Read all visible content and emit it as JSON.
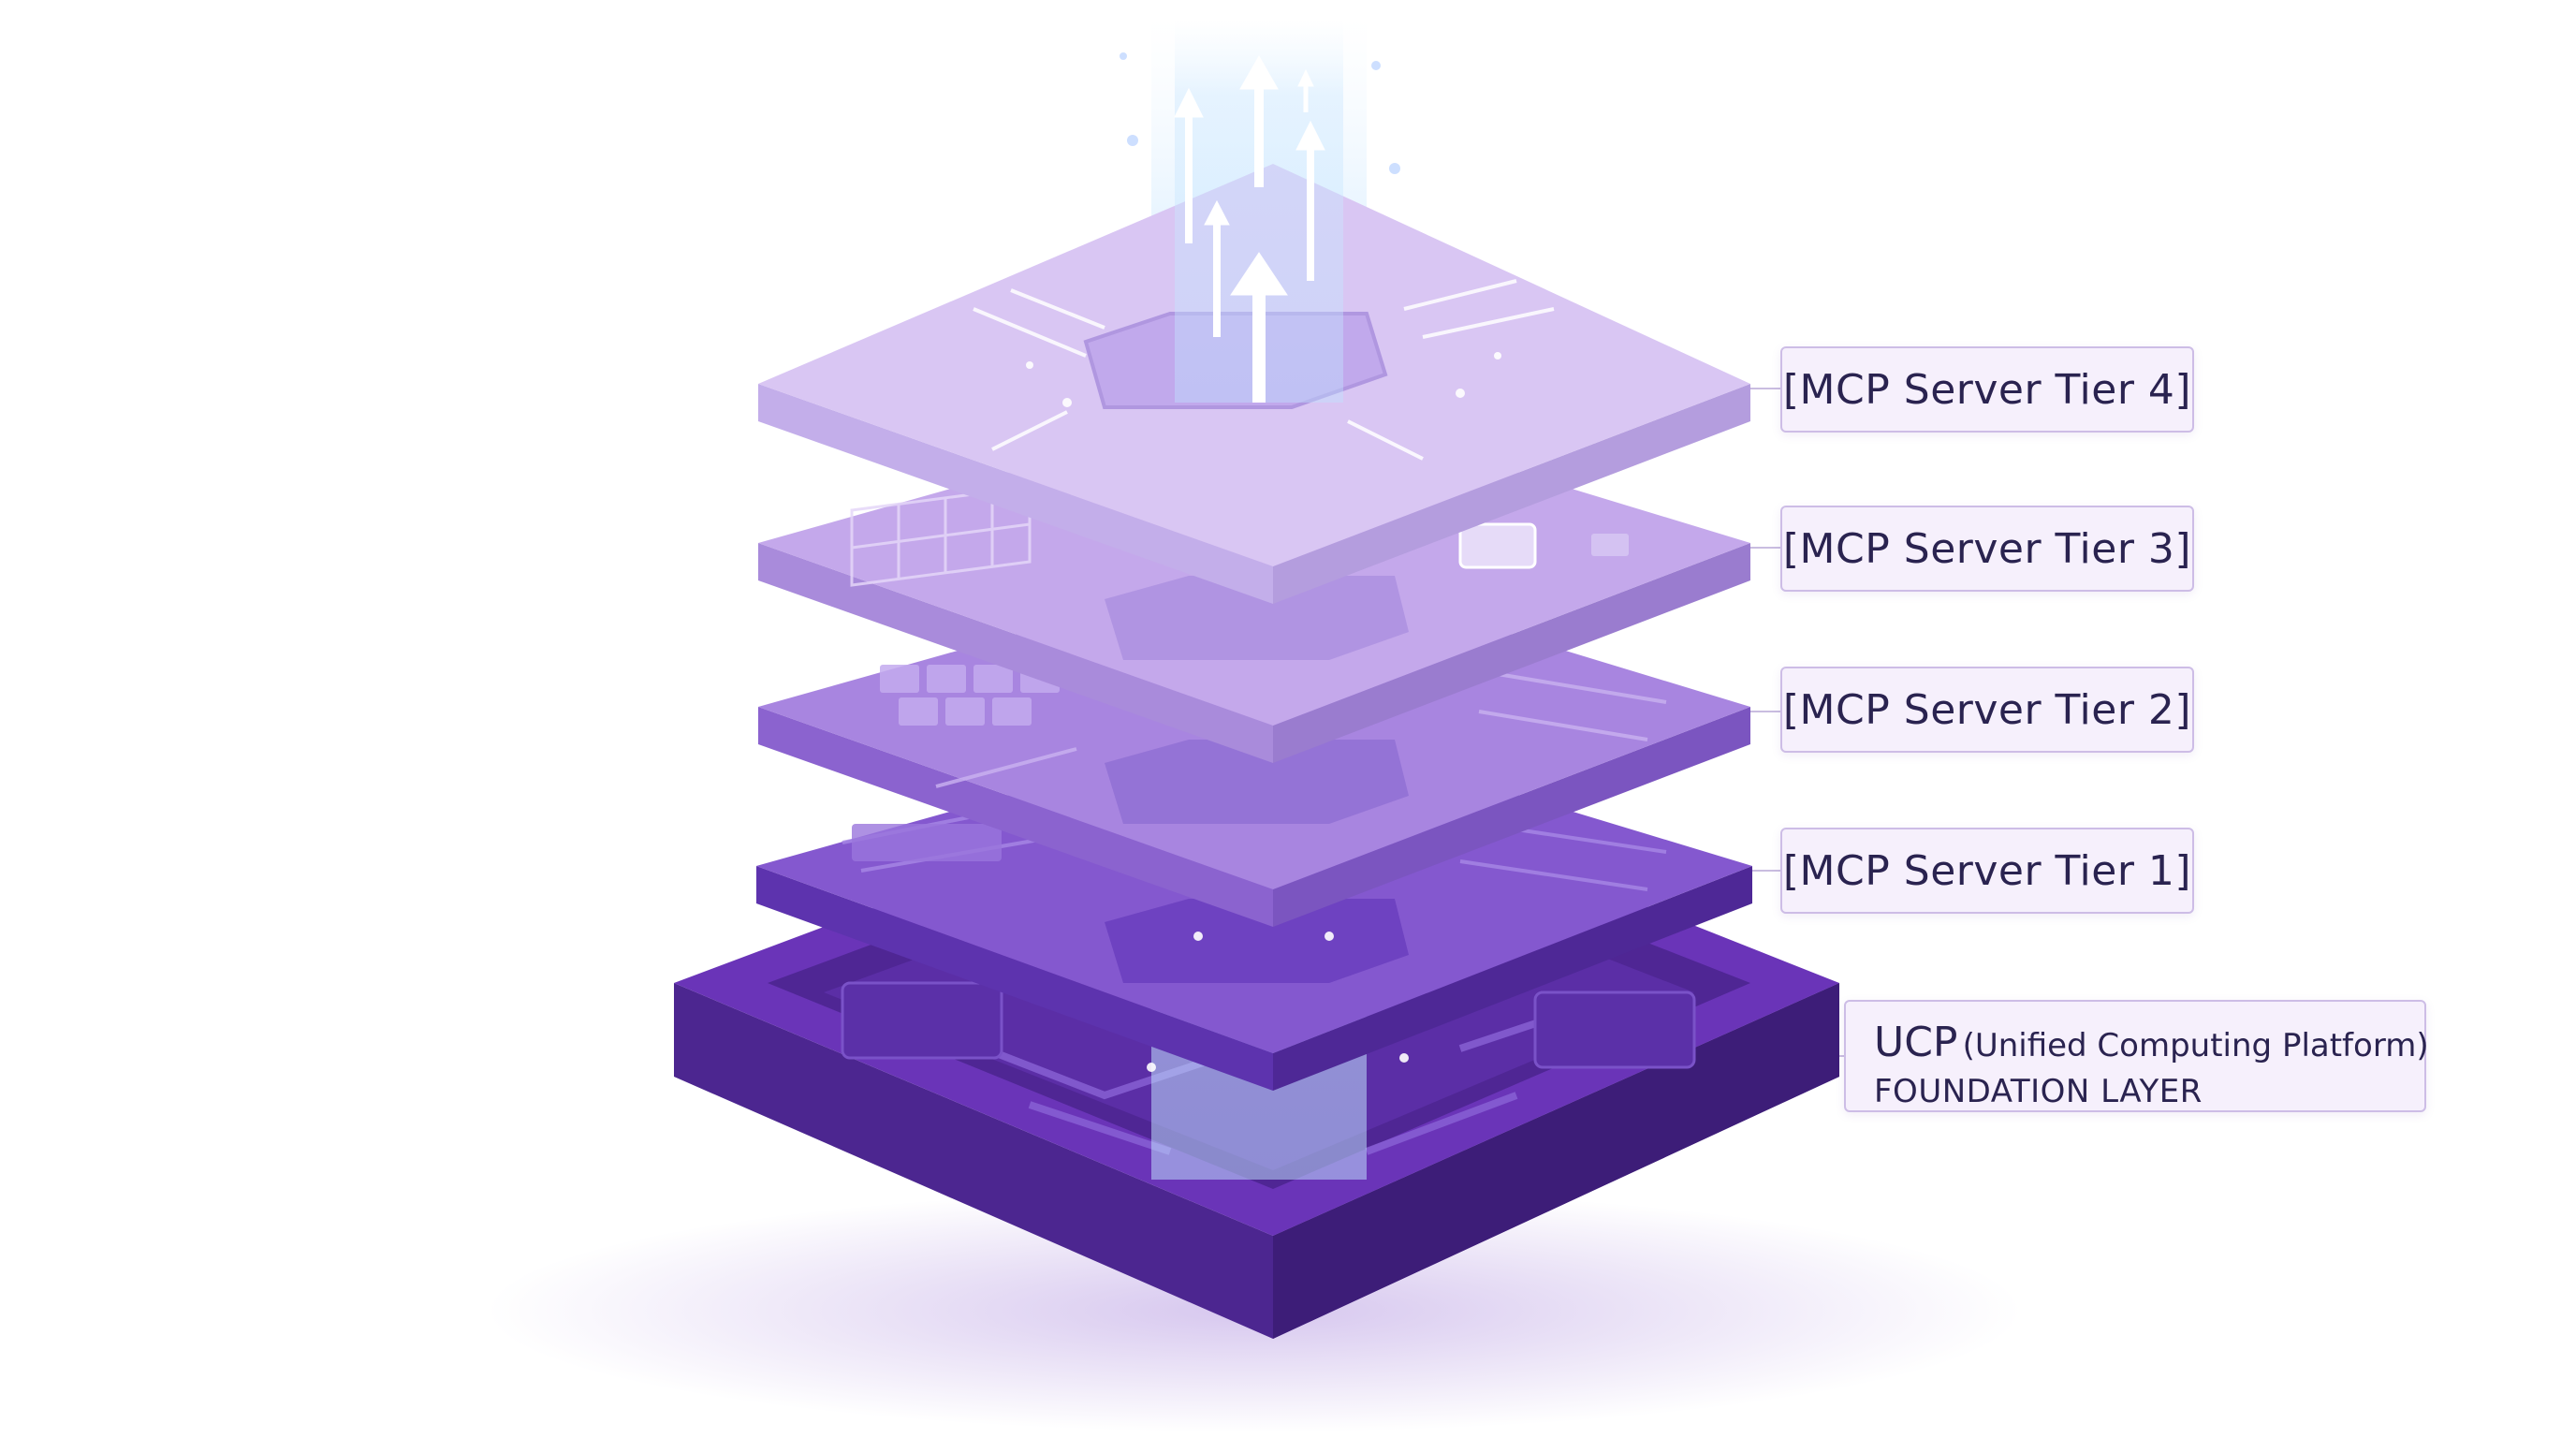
{
  "tiers": [
    {
      "label": "[MCP Server Tier 4]",
      "color": "#d9c6f3"
    },
    {
      "label": "[MCP Server Tier 3]",
      "color": "#c4a8eb"
    },
    {
      "label": "[MCP Server Tier 2]",
      "color": "#a885e0"
    },
    {
      "label": "[MCP Server Tier 1]",
      "color": "#8458cf"
    }
  ],
  "foundation": {
    "abbr": "UCP",
    "full": "(Unified Computing Platform)",
    "subtitle": "FOUNDATION LAYER",
    "color": "#6a34b8"
  },
  "colors": {
    "label_bg": "#f6f0fc",
    "label_border": "#cdbde6",
    "beam": "#bfe3ff"
  },
  "icons": [
    "upward-arrow-icon",
    "data-beam"
  ]
}
